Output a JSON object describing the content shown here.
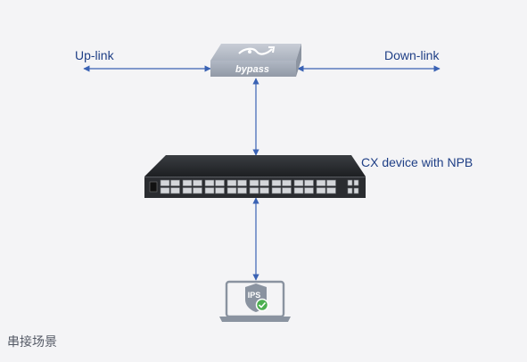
{
  "labels": {
    "uplink": "Up-link",
    "downlink": "Down-link",
    "device": "CX device with NPB",
    "bypass": "bypass",
    "ips": "IPS"
  },
  "caption": "串接场景",
  "icons": {
    "bypass": "bypass-switch-icon",
    "device": "network-switch-icon",
    "ips": "laptop-shield-check-icon"
  },
  "colors": {
    "link": "#3a62b4",
    "label": "#1f3f86",
    "check": "#4caf50",
    "shield": "#8a93a0"
  }
}
